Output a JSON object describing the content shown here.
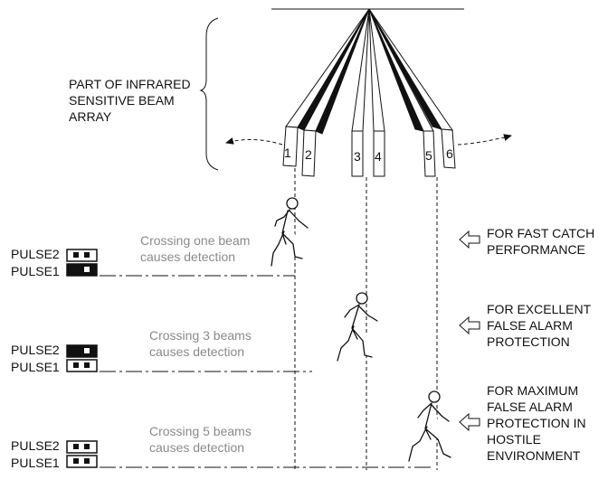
{
  "top_label": {
    "lines": [
      "PART OF INFRARED",
      "SENSITIVE BEAM",
      "ARRAY"
    ]
  },
  "beams": [
    "1",
    "2",
    "3",
    "4",
    "5",
    "6"
  ],
  "rows": [
    {
      "pulse2_label": "PULSE2",
      "pulse1_label": "PULSE1",
      "caption": [
        "Crossing one beam",
        "causes detection"
      ],
      "note": [
        "FOR FAST CATCH",
        "PERFORMANCE"
      ]
    },
    {
      "pulse2_label": "PULSE2",
      "pulse1_label": "PULSE1",
      "caption": [
        "Crossing 3 beams",
        "causes detection"
      ],
      "note": [
        "FOR EXCELLENT",
        "FALSE ALARM",
        "PROTECTION"
      ]
    },
    {
      "pulse2_label": "PULSE2",
      "pulse1_label": "PULSE1",
      "caption": [
        "Crossing 5 beams",
        "causes detection"
      ],
      "note": [
        "FOR MAXIMUM",
        "FALSE ALARM",
        "PROTECTION IN",
        "HOSTILE",
        "ENVIRONMENT"
      ]
    }
  ]
}
